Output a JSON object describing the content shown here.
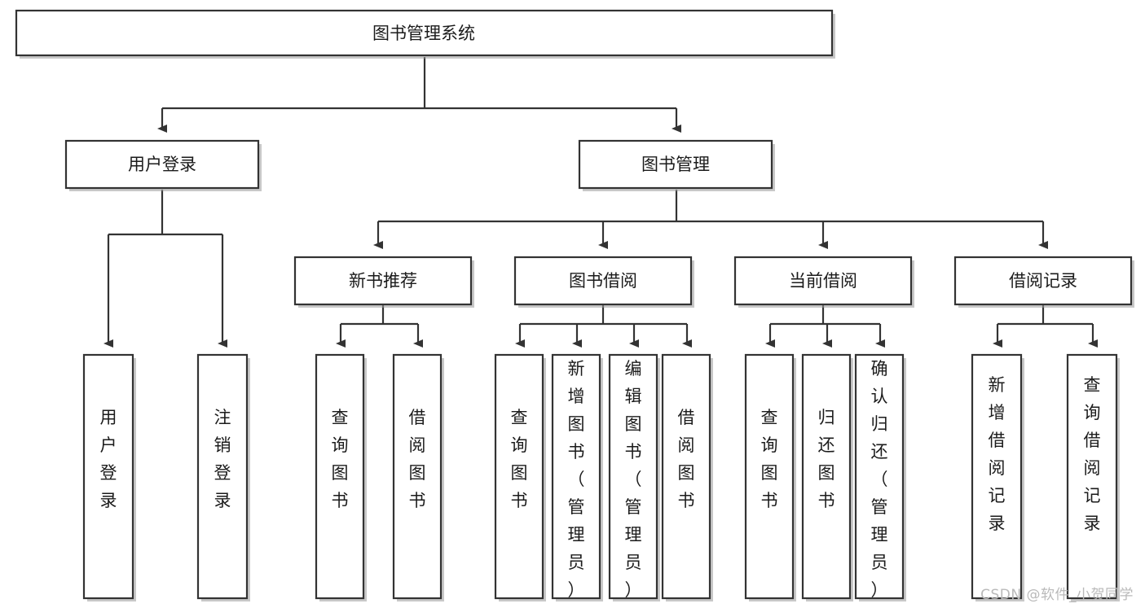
{
  "diagram": {
    "type": "tree-hierarchy",
    "title": "图书管理系统",
    "watermark": "CSDN @软件_小贺同学",
    "accent_color": "#333333",
    "background_color": "#ffffff",
    "nodes": [
      {
        "id": "root",
        "label": "图书管理系统",
        "level": 0,
        "orientation": "horizontal"
      },
      {
        "id": "user-login",
        "label": "用户登录",
        "level": 1,
        "orientation": "horizontal"
      },
      {
        "id": "book-manage",
        "label": "图书管理",
        "level": 1,
        "orientation": "horizontal"
      },
      {
        "id": "new-book-rec",
        "label": "新书推荐",
        "level": 2,
        "orientation": "horizontal"
      },
      {
        "id": "book-borrow",
        "label": "图书借阅",
        "level": 2,
        "orientation": "horizontal"
      },
      {
        "id": "current-borrow",
        "label": "当前借阅",
        "level": 2,
        "orientation": "horizontal"
      },
      {
        "id": "borrow-record",
        "label": "借阅记录",
        "level": 2,
        "orientation": "horizontal"
      },
      {
        "id": "leaf-login",
        "label": "用户登录",
        "level": 3,
        "orientation": "vertical"
      },
      {
        "id": "leaf-logout",
        "label": "注销登录",
        "level": 3,
        "orientation": "vertical"
      },
      {
        "id": "leaf-query-1",
        "label": "查询图书",
        "level": 3,
        "orientation": "vertical"
      },
      {
        "id": "leaf-borrow-1",
        "label": "借阅图书",
        "level": 3,
        "orientation": "vertical"
      },
      {
        "id": "leaf-query-2",
        "label": "查询图书",
        "level": 3,
        "orientation": "vertical"
      },
      {
        "id": "leaf-add-book",
        "label": "新增图书（管理员）",
        "level": 3,
        "orientation": "vertical"
      },
      {
        "id": "leaf-edit-book",
        "label": "编辑图书（管理员）",
        "level": 3,
        "orientation": "vertical"
      },
      {
        "id": "leaf-borrow-2",
        "label": "借阅图书",
        "level": 3,
        "orientation": "vertical"
      },
      {
        "id": "leaf-query-3",
        "label": "查询图书",
        "level": 3,
        "orientation": "vertical"
      },
      {
        "id": "leaf-return",
        "label": "归还图书",
        "level": 3,
        "orientation": "vertical"
      },
      {
        "id": "leaf-confirm",
        "label": "确认归还（管理员）",
        "level": 3,
        "orientation": "vertical"
      },
      {
        "id": "leaf-add-rec",
        "label": "新增借阅记录",
        "level": 3,
        "orientation": "vertical"
      },
      {
        "id": "leaf-query-rec",
        "label": "查询借阅记录",
        "level": 3,
        "orientation": "vertical"
      }
    ],
    "edges": [
      {
        "from": "root",
        "to": "user-login"
      },
      {
        "from": "root",
        "to": "book-manage"
      },
      {
        "from": "user-login",
        "to": "leaf-login"
      },
      {
        "from": "user-login",
        "to": "leaf-logout"
      },
      {
        "from": "book-manage",
        "to": "new-book-rec"
      },
      {
        "from": "book-manage",
        "to": "book-borrow"
      },
      {
        "from": "book-manage",
        "to": "current-borrow"
      },
      {
        "from": "book-manage",
        "to": "borrow-record"
      },
      {
        "from": "new-book-rec",
        "to": "leaf-query-1"
      },
      {
        "from": "new-book-rec",
        "to": "leaf-borrow-1"
      },
      {
        "from": "book-borrow",
        "to": "leaf-query-2"
      },
      {
        "from": "book-borrow",
        "to": "leaf-add-book"
      },
      {
        "from": "book-borrow",
        "to": "leaf-edit-book"
      },
      {
        "from": "book-borrow",
        "to": "leaf-borrow-2"
      },
      {
        "from": "current-borrow",
        "to": "leaf-query-3"
      },
      {
        "from": "current-borrow",
        "to": "leaf-return"
      },
      {
        "from": "current-borrow",
        "to": "leaf-confirm"
      },
      {
        "from": "borrow-record",
        "to": "leaf-add-rec"
      },
      {
        "from": "borrow-record",
        "to": "leaf-query-rec"
      }
    ]
  }
}
